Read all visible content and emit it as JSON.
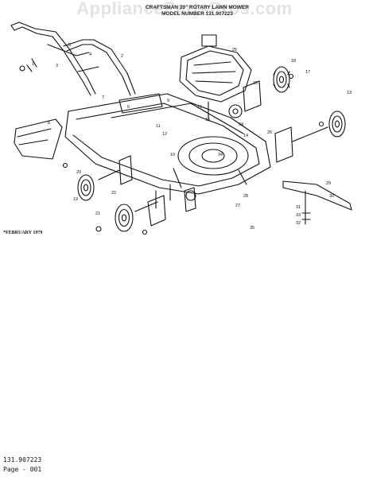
{
  "watermark": "AppliancePartsPros.com",
  "diagram": {
    "title_line1": "CRAFTSMAN 20\" ROTARY LAWN MOWER",
    "title_line2": "MODEL NUMBER 131.907223",
    "date_note": "FEBRUARY 1979",
    "part_labels": [
      "1",
      "2",
      "3",
      "4",
      "5",
      "6",
      "7",
      "8",
      "9",
      "10",
      "11",
      "12",
      "13",
      "14",
      "15",
      "16",
      "17",
      "18",
      "19",
      "20",
      "21",
      "22",
      "23",
      "24",
      "25",
      "26",
      "27",
      "28",
      "29",
      "30",
      "31",
      "32",
      "33",
      "34",
      "35"
    ]
  },
  "footer": {
    "model_code": "131.907223",
    "page": "Page - 001"
  }
}
